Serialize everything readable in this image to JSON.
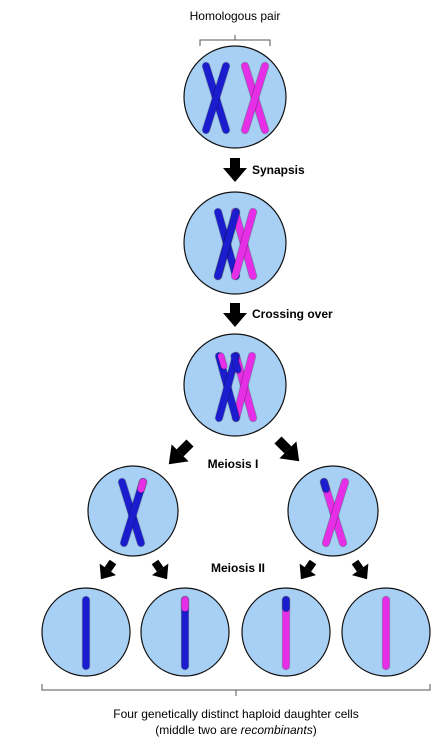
{
  "labels": {
    "homologous_pair": "Homologous pair",
    "synapsis": "Synapsis",
    "crossing_over": "Crossing over",
    "meiosis_1": "Meiosis I",
    "meiosis_2": "Meiosis II",
    "caption_line1": "Four genetically distinct haploid daughter cells",
    "caption_line2_prefix": "(middle two are ",
    "caption_line2_em": "recombinants",
    "caption_line2_suffix": ")"
  },
  "colors": {
    "cell_fill": "#a8d0f5",
    "cell_stroke": "#111111",
    "chromosome_blue": "#1c1ccf",
    "chromosome_magenta": "#e62ee6",
    "arrow": "#000000",
    "bracket": "#555555"
  }
}
